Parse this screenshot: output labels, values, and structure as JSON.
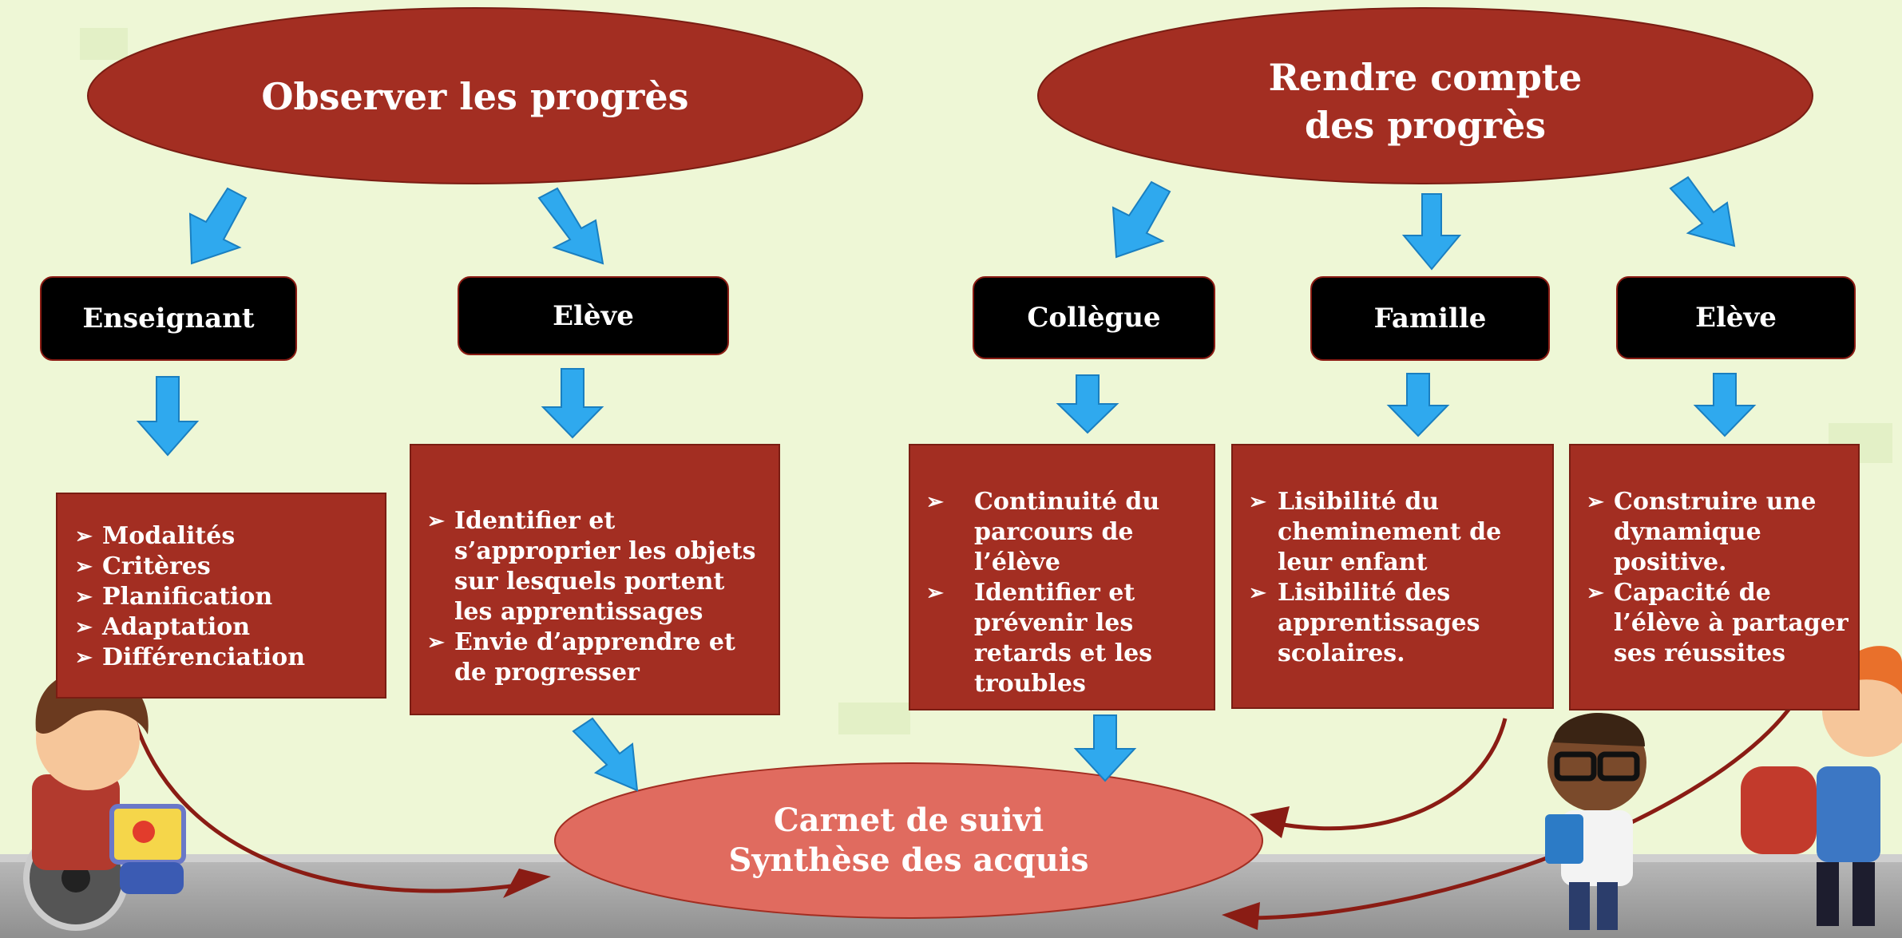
{
  "top_left": {
    "title": "Observer les progrès"
  },
  "top_right": {
    "title_line1": "Rendre compte",
    "title_line2": "des progrès"
  },
  "actors": {
    "enseignant": "Enseignant",
    "eleve_left": "Elève",
    "collegue": "Collègue",
    "famille": "Famille",
    "eleve_right": "Elève"
  },
  "boxes": {
    "enseignant": [
      "Modalités",
      "Critères",
      "Planification",
      "Adaptation",
      "Différenciation"
    ],
    "eleve_left": [
      "Identifier et s’approprier les objets sur lesquels portent les apprentissages",
      "Envie d’apprendre et de progresser"
    ],
    "collegue": [
      "Continuité du parcours  de l’élève",
      "Identifier et prévenir  les retards et les troubles"
    ],
    "famille": [
      "Lisibilité du cheminement de leur enfant",
      "Lisibilité  des apprentissages scolaires."
    ],
    "eleve_right": [
      "Construire une dynamique positive.",
      "Capacité de l’élève à partager ses réussites"
    ]
  },
  "bottom": {
    "line1": "Carnet de suivi",
    "line2": "Synthèse des acquis"
  },
  "colors": {
    "ellipse_red": "#a32e22",
    "bottom_ellipse": "#e06b5f",
    "arrow_blue": "#2fa9ee",
    "background": "#eef7d6"
  }
}
